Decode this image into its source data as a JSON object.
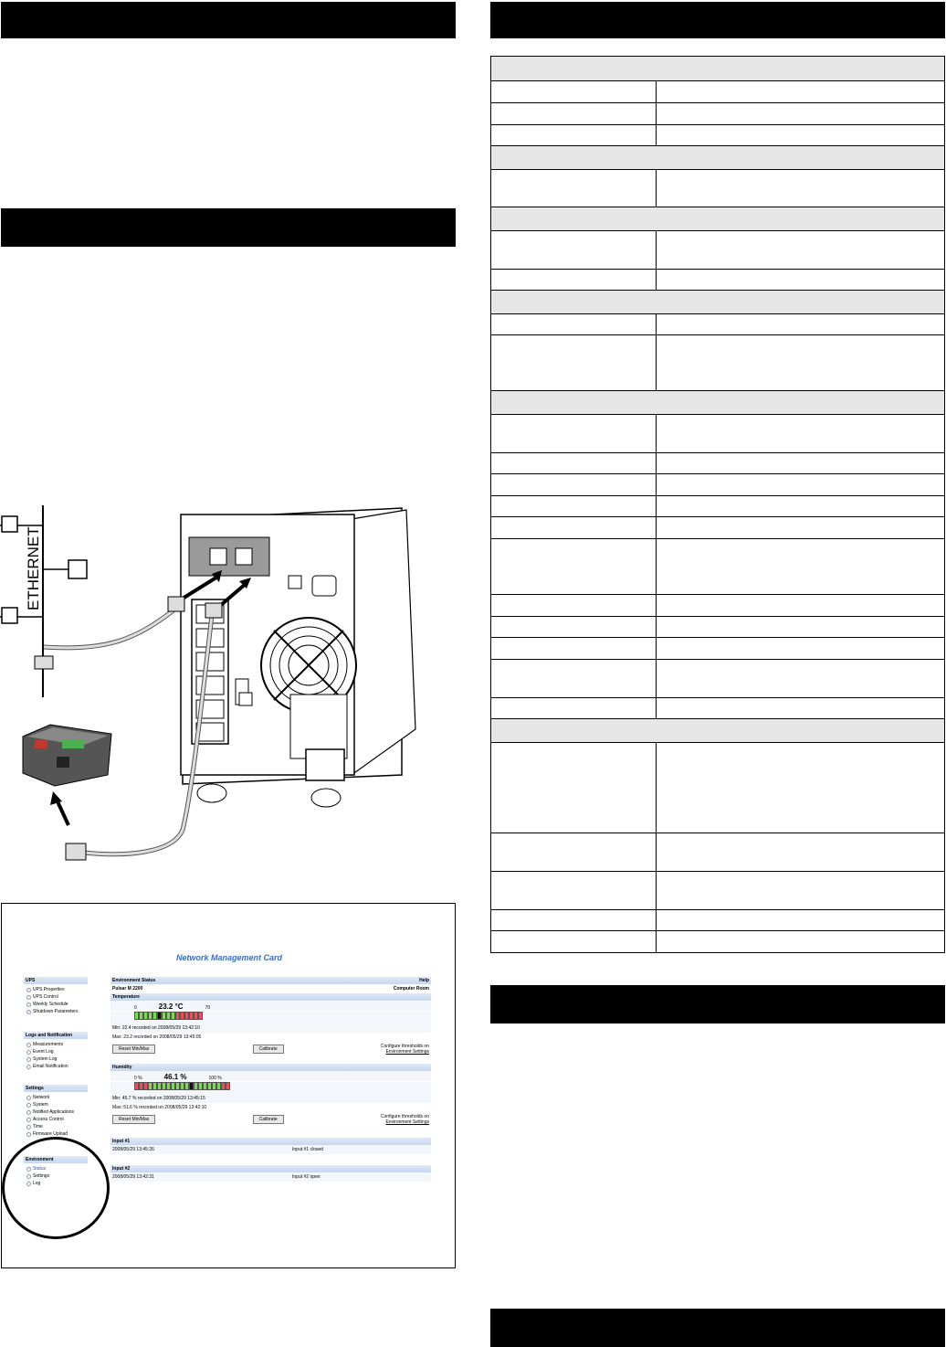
{
  "diagram": {
    "ethernet_label": "ETHERNET"
  },
  "nmc": {
    "title": "Network Management Card",
    "nav": [
      {
        "header": "UPS",
        "items": [
          "UPS Properties",
          "UPS Control",
          "Weekly Schedule",
          "Shutdown Parameters"
        ]
      },
      {
        "header": "Logs and Notification",
        "items": [
          "Measurements",
          "Event Log",
          "System Log",
          "Email Notification"
        ]
      },
      {
        "header": "Settings",
        "items": [
          "Network",
          "System",
          "Notified Applications",
          "Access Control",
          "Time",
          "Firmware Upload"
        ]
      },
      {
        "header": "Environment",
        "items": [
          "Status",
          "Settings",
          "Log"
        ]
      }
    ],
    "status_header": "Environment Status",
    "help": "Help",
    "device": "Pulsar M 2200",
    "location": "Computer Room",
    "temperature": {
      "header": "Temperature",
      "min_scale": "0",
      "value": "23.2 °C",
      "max_scale": "70",
      "min_line": "Min: 22.4  recorded on 2008/05/29 13:42:10",
      "max_line": "Max: 23.2  recorded on 2008/05/29 13:45:05",
      "reset_label": "Reset Min/Max",
      "calibrate_label": "Calibrate",
      "configure_text": "Configure thresholds on",
      "configure_link": "Environment Settings"
    },
    "humidity": {
      "header": "Humidity",
      "min_scale": "0 %",
      "value": "46.1 %",
      "max_scale": "100 %",
      "min_line": "Min: 45.7 %  recorded on 2008/05/29 13:45:15",
      "max_line": "Max: 51.6 %  recorded on 2008/05/29 13:42:10",
      "reset_label": "Reset Min/Max",
      "calibrate_label": "Calibrate",
      "configure_text": "Configure thresholds on",
      "configure_link": "Environment Settings"
    },
    "input1": {
      "header": "Input #1",
      "time": "2008/05/29 13:45:26",
      "state": "Input #1 closed"
    },
    "input2": {
      "header": "Input #2",
      "time": "2008/05/29 13:42:31",
      "state": "Input #2 open"
    }
  }
}
